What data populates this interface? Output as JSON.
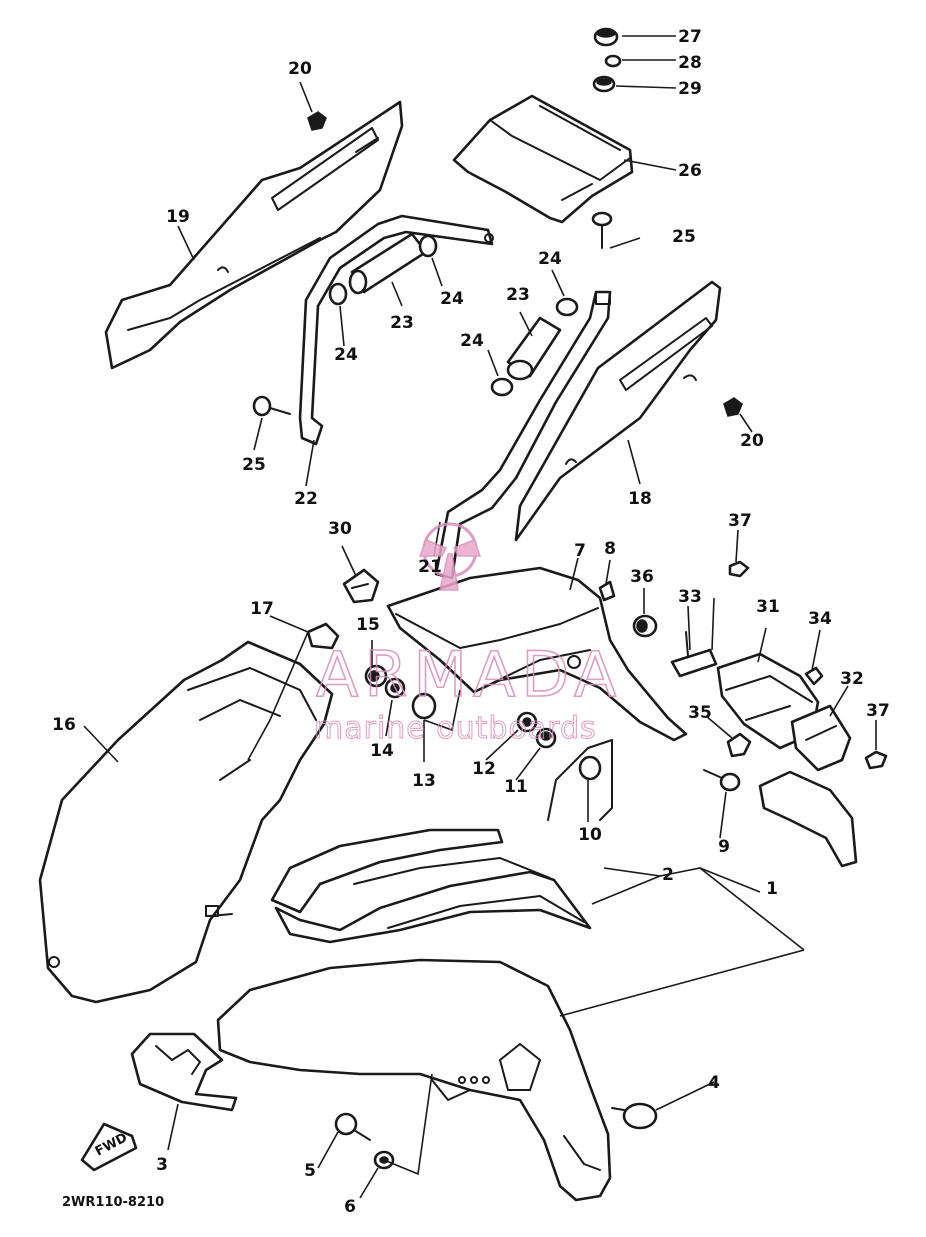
{
  "diagram": {
    "drawing_code": "2WR110-8210",
    "fwd_label": "FWD",
    "callouts": [
      "1",
      "2",
      "3",
      "4",
      "5",
      "6",
      "7",
      "8",
      "9",
      "10",
      "11",
      "12",
      "13",
      "14",
      "15",
      "16",
      "17",
      "18",
      "19",
      "20",
      "20",
      "21",
      "22",
      "23",
      "23",
      "24",
      "24",
      "24",
      "24",
      "25",
      "25",
      "26",
      "27",
      "28",
      "29",
      "30",
      "31",
      "32",
      "33",
      "34",
      "35",
      "36",
      "37",
      "37"
    ]
  },
  "watermark": {
    "brand": "ARMADA",
    "tagline": "marine outboards",
    "color": "#d98cb8"
  }
}
